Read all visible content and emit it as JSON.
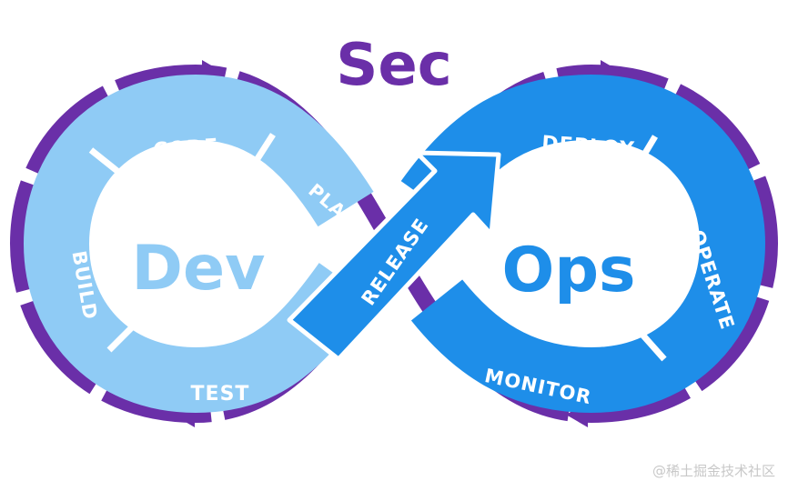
{
  "title": "Sec",
  "dev_label": "Dev",
  "ops_label": "Ops",
  "dev_stages": [
    "CODE",
    "PLAN",
    "BUILD",
    "TEST"
  ],
  "ops_stages": [
    "DEPLOY",
    "OPERATE",
    "MONITOR"
  ],
  "bridge_stage": "RELEASE",
  "watermark": "@稀土掘金技术社区",
  "colors": {
    "purple": "#6a2fa8",
    "dev_light": "#8fcbf5",
    "ops_blue": "#1e8ee9",
    "text_dark": "#5a2a9c"
  }
}
